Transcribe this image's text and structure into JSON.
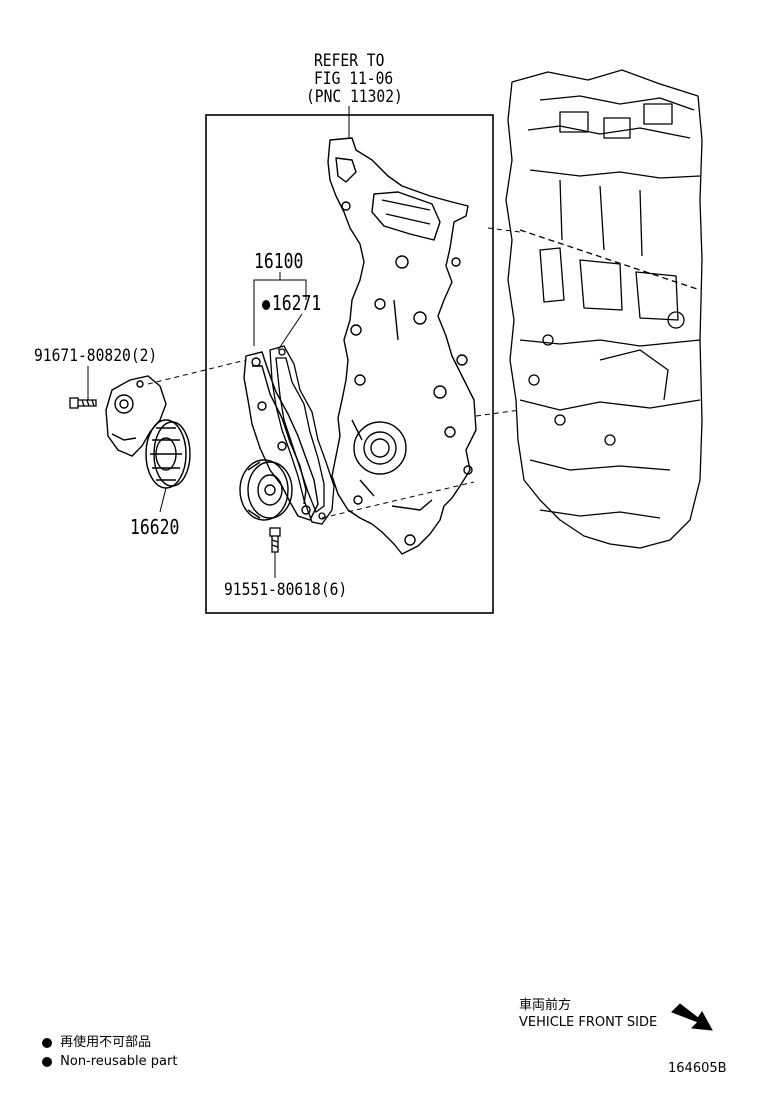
{
  "refer": {
    "line1": "REFER TO",
    "line2": "FIG 11-06",
    "line3": "(PNC 11302)"
  },
  "parts": {
    "p16100": "16100",
    "p16271": "16271",
    "p91671": "91671-80820(2)",
    "p16620": "16620",
    "p91551": "91551-80618(6)"
  },
  "direction": {
    "jp": "車両前方",
    "en": "VEHICLE FRONT SIDE"
  },
  "legend": {
    "jp": "再使用不可部品",
    "en": "Non-reusable part"
  },
  "figure_id": "164605B"
}
